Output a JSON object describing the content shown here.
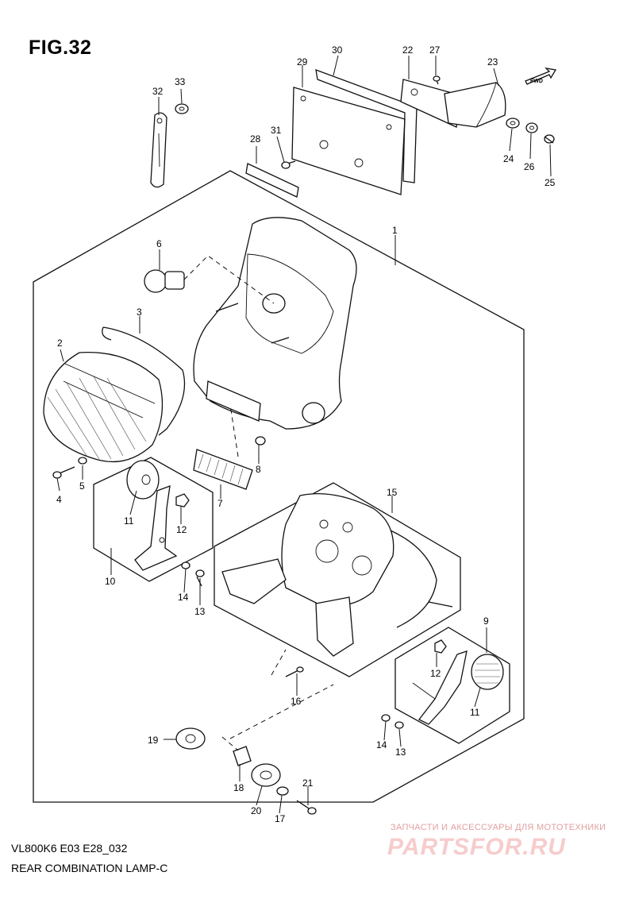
{
  "figure": {
    "title": "FIG.32",
    "model_code": "VL800K6 E03 E28_032",
    "name": "REAR COMBINATION LAMP-C"
  },
  "direction_badge": "FWD",
  "watermark": {
    "tagline": "ЗАПЧАСТИ И АКСЕССУАРЫ ДЛЯ МОТОТЕХНИКИ",
    "brand": "PARTSFOR.RU"
  },
  "callouts": [
    {
      "id": "c1",
      "label": "1"
    },
    {
      "id": "c2",
      "label": "2"
    },
    {
      "id": "c3",
      "label": "3"
    },
    {
      "id": "c4",
      "label": "4"
    },
    {
      "id": "c5",
      "label": "5"
    },
    {
      "id": "c6",
      "label": "6"
    },
    {
      "id": "c7",
      "label": "7"
    },
    {
      "id": "c8",
      "label": "8"
    },
    {
      "id": "c9",
      "label": "9"
    },
    {
      "id": "c10",
      "label": "10"
    },
    {
      "id": "c11a",
      "label": "11"
    },
    {
      "id": "c11b",
      "label": "11"
    },
    {
      "id": "c12a",
      "label": "12"
    },
    {
      "id": "c12b",
      "label": "12"
    },
    {
      "id": "c13a",
      "label": "13"
    },
    {
      "id": "c13b",
      "label": "13"
    },
    {
      "id": "c14a",
      "label": "14"
    },
    {
      "id": "c14b",
      "label": "14"
    },
    {
      "id": "c15",
      "label": "15"
    },
    {
      "id": "c16",
      "label": "16"
    },
    {
      "id": "c17",
      "label": "17"
    },
    {
      "id": "c18",
      "label": "18"
    },
    {
      "id": "c19",
      "label": "19"
    },
    {
      "id": "c20",
      "label": "20"
    },
    {
      "id": "c21",
      "label": "21"
    },
    {
      "id": "c22",
      "label": "22"
    },
    {
      "id": "c23",
      "label": "23"
    },
    {
      "id": "c24",
      "label": "24"
    },
    {
      "id": "c25",
      "label": "25"
    },
    {
      "id": "c26",
      "label": "26"
    },
    {
      "id": "c27",
      "label": "27"
    },
    {
      "id": "c28",
      "label": "28"
    },
    {
      "id": "c29",
      "label": "29"
    },
    {
      "id": "c30",
      "label": "30"
    },
    {
      "id": "c31",
      "label": "31"
    },
    {
      "id": "c32",
      "label": "32"
    },
    {
      "id": "c33",
      "label": "33"
    }
  ]
}
